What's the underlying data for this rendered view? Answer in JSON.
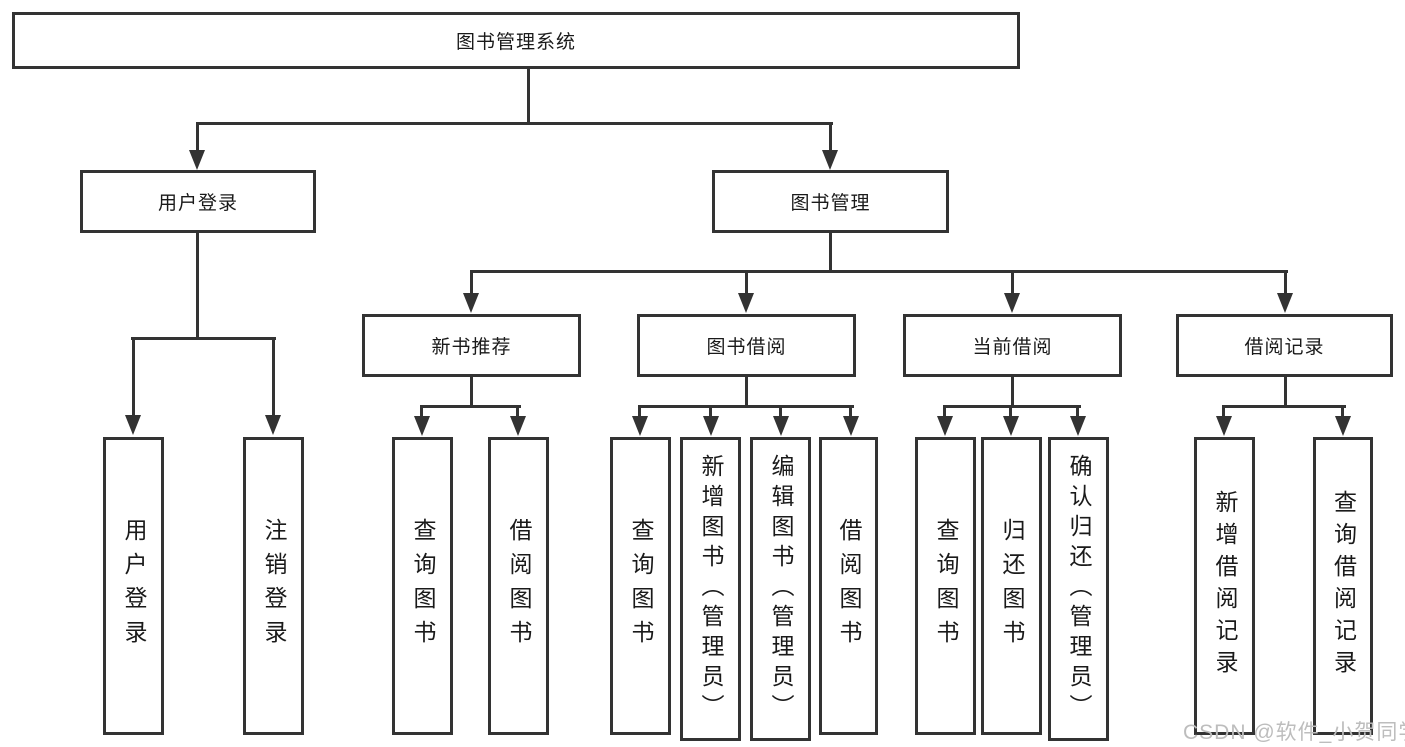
{
  "tree": {
    "root": "图书管理系统",
    "branches": [
      {
        "label": "用户登录",
        "leaves": [
          "用户登录",
          "注销登录"
        ]
      },
      {
        "label": "图书管理",
        "sections": [
          {
            "label": "新书推荐",
            "leaves": [
              "查询图书",
              "借阅图书"
            ]
          },
          {
            "label": "图书借阅",
            "leaves": [
              "查询图书",
              "新增图书（管理员）",
              "编辑图书（管理员）",
              "借阅图书"
            ]
          },
          {
            "label": "当前借阅",
            "leaves": [
              "查询图书",
              "归还图书",
              "确认归还（管理员）"
            ]
          },
          {
            "label": "借阅记录",
            "leaves": [
              "新增借阅记录",
              "查询借阅记录"
            ]
          }
        ]
      }
    ]
  },
  "watermark": {
    "text": "CSDN @软件_小贺同学"
  },
  "colors": {
    "line": "#333333",
    "text": "#1a1a1a",
    "watermark": "#bdbdbd",
    "background": "#ffffff"
  }
}
